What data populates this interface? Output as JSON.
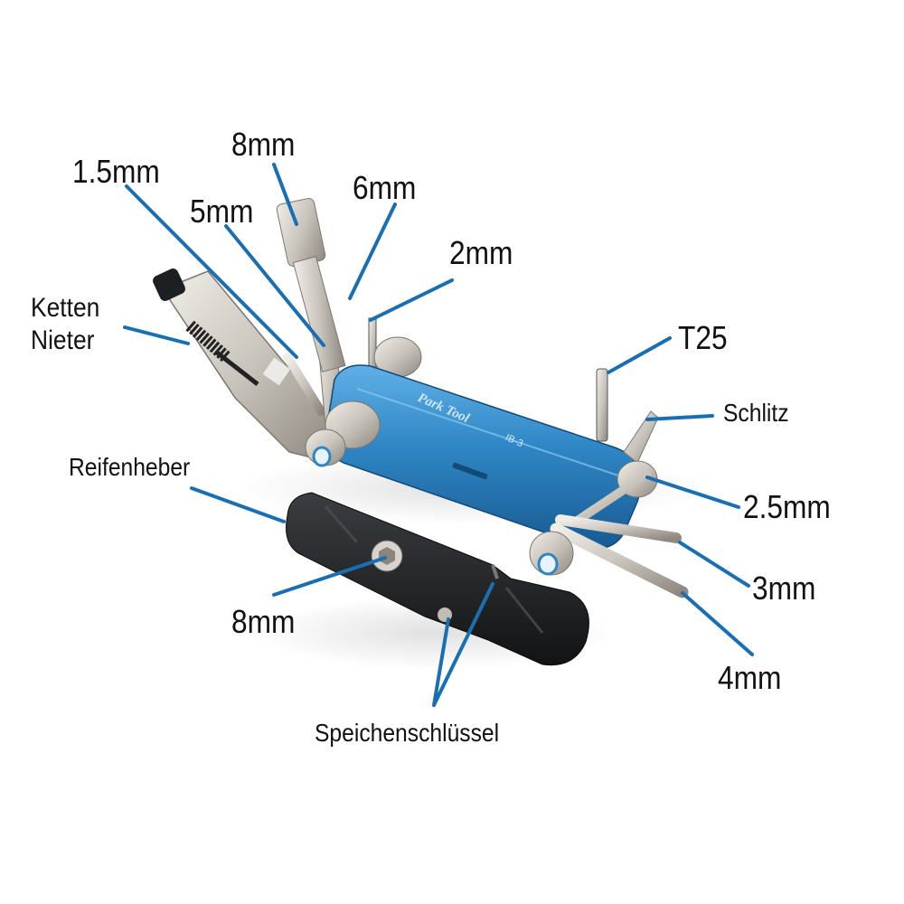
{
  "product": {
    "brand": "Park Tool",
    "model": "IB-3"
  },
  "colors": {
    "leader_line": "#1a6fb3",
    "body_blue": "#2f86c5",
    "tire_lever": "#1e2022",
    "metal": "#c9c4bc",
    "text": "#111111"
  },
  "labels": {
    "chain_tool": [
      "Ketten",
      "Nieter"
    ],
    "hex_1_5": "1.5mm",
    "hex_5": "5mm",
    "hex_8_top": "8mm",
    "hex_6": "6mm",
    "hex_2": "2mm",
    "torx_t25": "T25",
    "slotted": "Schlitz",
    "hex_2_5": "2.5mm",
    "hex_3": "3mm",
    "hex_4": "4mm",
    "tire_lever": "Reifenheber",
    "hex_8_lever": "8mm",
    "spoke_wrench": "Speichenschlüssel"
  }
}
